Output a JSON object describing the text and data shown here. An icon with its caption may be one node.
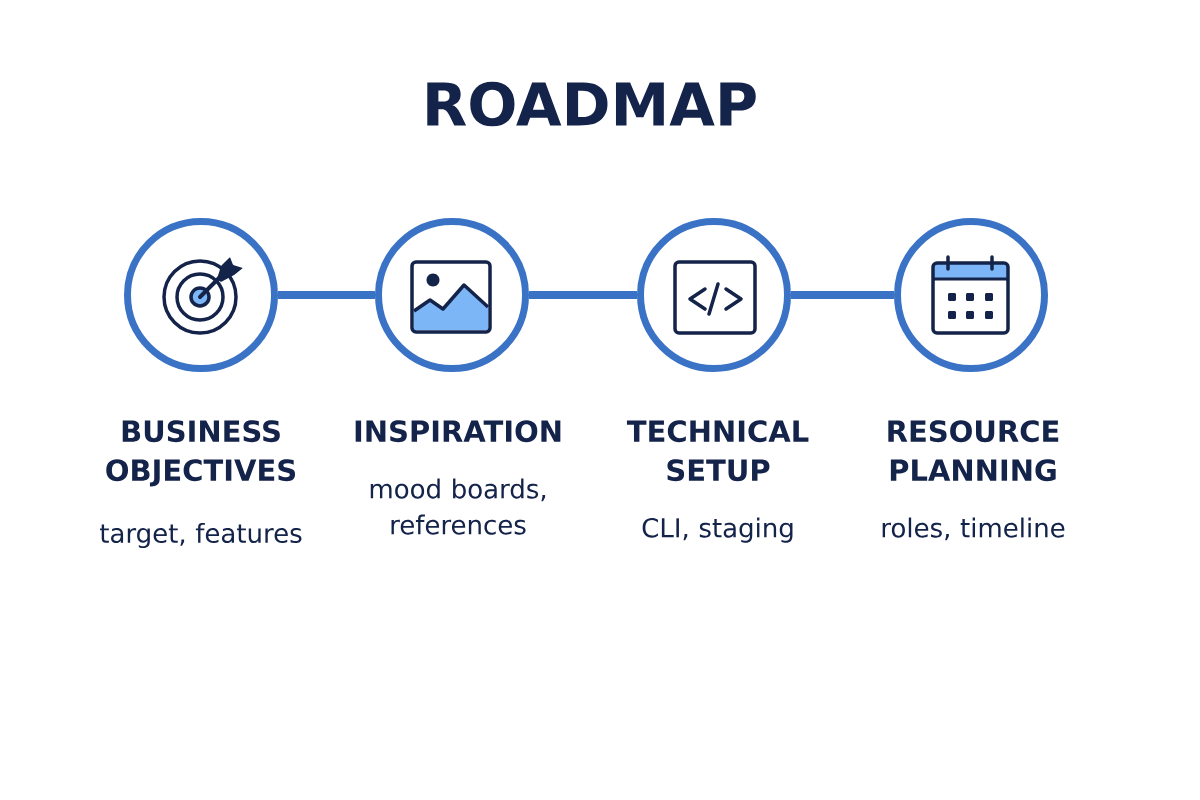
{
  "diagram": {
    "title": "ROADMAP",
    "nodes": [
      {
        "text": [
          "BUSINESS OBJECTIVES",
          "target, features"
        ]
      },
      {
        "text": [
          "INSPIRATION",
          "mood boards, references"
        ]
      },
      {
        "text": [
          "TECHNICAL SETUP",
          "CLI, staging"
        ]
      },
      {
        "text": [
          "RESOURCE PLANNING",
          "roles, timeline"
        ]
      }
    ],
    "edges": [
      {
        "from": 0,
        "to": 1,
        "arrow": "none"
      },
      {
        "from": 1,
        "to": 2,
        "arrow": "none"
      },
      {
        "from": 2,
        "to": 3,
        "arrow": "none"
      }
    ]
  }
}
